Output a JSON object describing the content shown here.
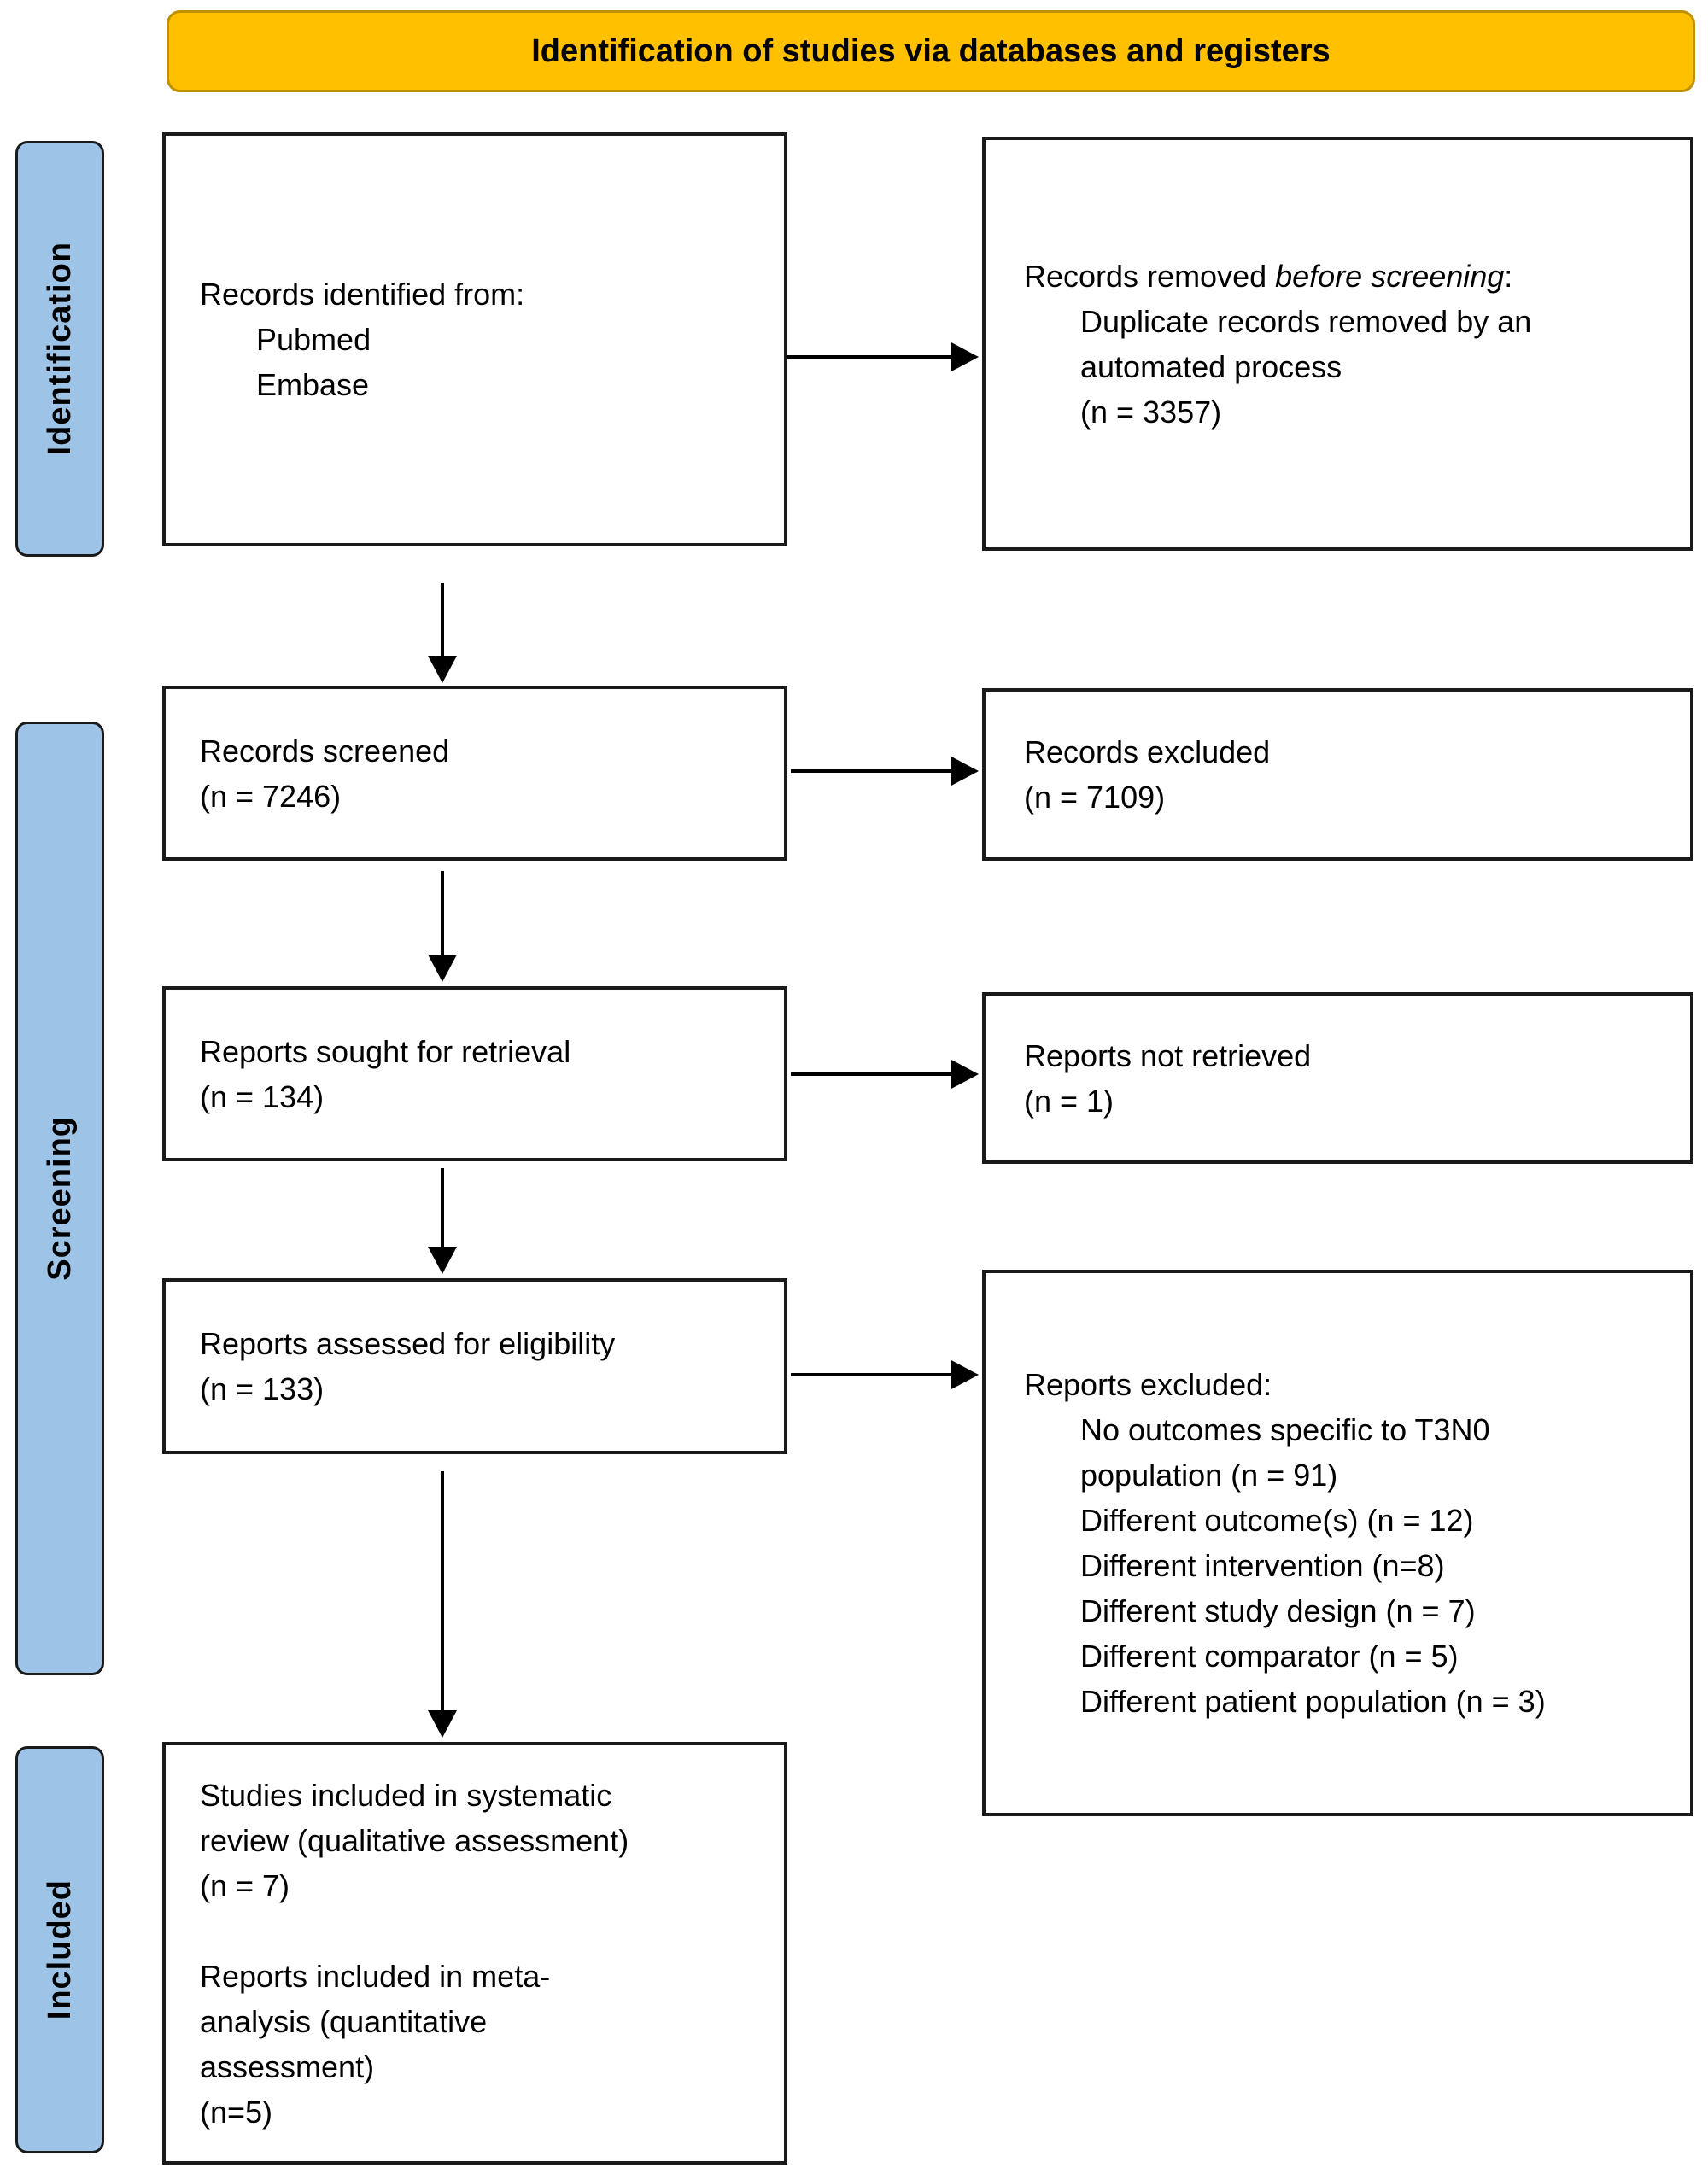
{
  "banner": {
    "title": "Identification of studies via databases and registers"
  },
  "sidebar": {
    "identification": "Identification",
    "screening": "Screening",
    "included": "Included"
  },
  "colors": {
    "banner_fill": "#FFC000",
    "banner_border": "#BF9000",
    "stage_fill": "#9DC3E6",
    "box_border": "#1a1a1a"
  },
  "boxes": {
    "records_identified": {
      "title": "Records identified from:",
      "sources": [
        "Pubmed",
        "Embase"
      ]
    },
    "records_removed": {
      "title_prefix": "Records removed ",
      "title_emphasis": "before screening",
      "title_suffix": ":",
      "reason": "Duplicate records removed by an automated process",
      "count": "(n = 3357)"
    },
    "records_screened": {
      "title": "Records screened",
      "count": "(n = 7246)"
    },
    "records_excluded": {
      "title": "Records excluded",
      "count": "(n = 7109)"
    },
    "reports_sought": {
      "title": "Reports sought for retrieval",
      "count": "(n = 134)"
    },
    "reports_not_retrieved": {
      "title": "Reports not retrieved",
      "count": "(n = 1)"
    },
    "reports_assessed": {
      "title": "Reports assessed for eligibility",
      "count": "(n = 133)"
    },
    "reports_excluded": {
      "title": "Reports excluded:",
      "reasons": [
        "No outcomes specific to T3N0 population (n = 91)",
        "Different outcome(s) (n = 12)",
        "Different intervention (n=8)",
        "Different study design (n = 7)",
        "Different comparator (n = 5)",
        "Different patient population (n = 3)"
      ]
    },
    "included_studies": {
      "systematic_review": "Studies included in systematic review (qualitative assessment)",
      "systematic_review_count": "(n = 7)",
      "meta_analysis": "Reports included in meta-analysis (quantitative assessment)",
      "meta_analysis_count": "(n=5)"
    }
  }
}
